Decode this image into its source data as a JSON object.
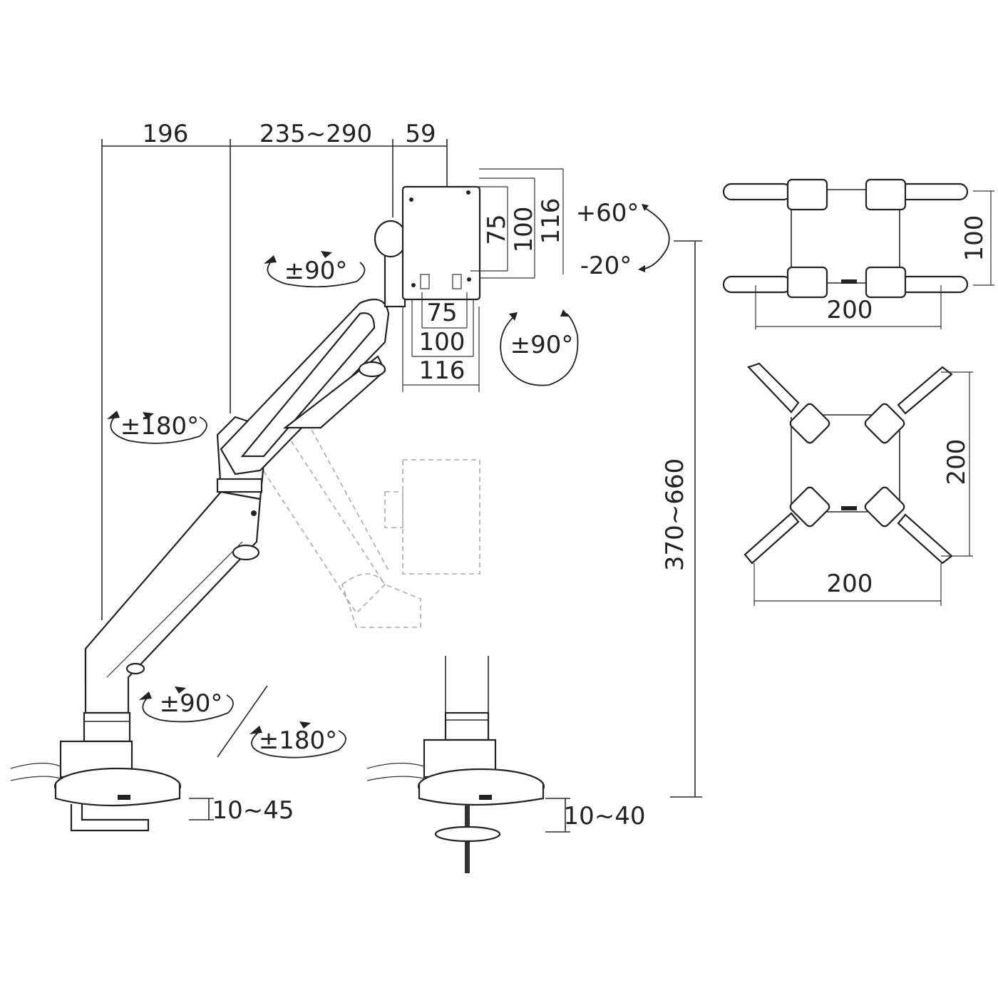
{
  "arm_dims": {
    "d1": "196",
    "d2": "235~290",
    "d3": "59"
  },
  "plate_dims_v": {
    "a": "75",
    "b": "100",
    "c": "116"
  },
  "plate_dims_h": {
    "a": "75",
    "b": "100",
    "c": "116"
  },
  "rotations": {
    "tilt_up": "+60°",
    "tilt_down": "-20°",
    "head_swivel": "±90°",
    "plate_rotate": "±90°",
    "elbow": "±180°",
    "base_swivel": "±90°",
    "base_rotate": "±180°"
  },
  "height_range": "370~660",
  "vesa_adapter_1": {
    "height": "100",
    "width": "200"
  },
  "vesa_adapter_2": {
    "height": "200",
    "width": "200"
  },
  "clamp_thickness": "10~45",
  "grommet_thickness": "10~40"
}
